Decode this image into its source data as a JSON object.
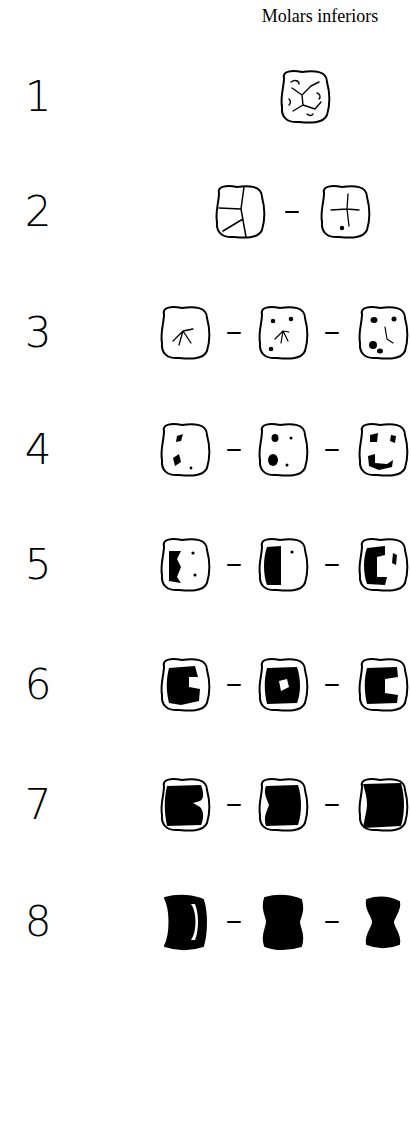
{
  "diagram": {
    "title": "Molars inferiors",
    "labels": [
      "1",
      "2",
      "3",
      "4",
      "5",
      "6",
      "7",
      "8"
    ]
  }
}
